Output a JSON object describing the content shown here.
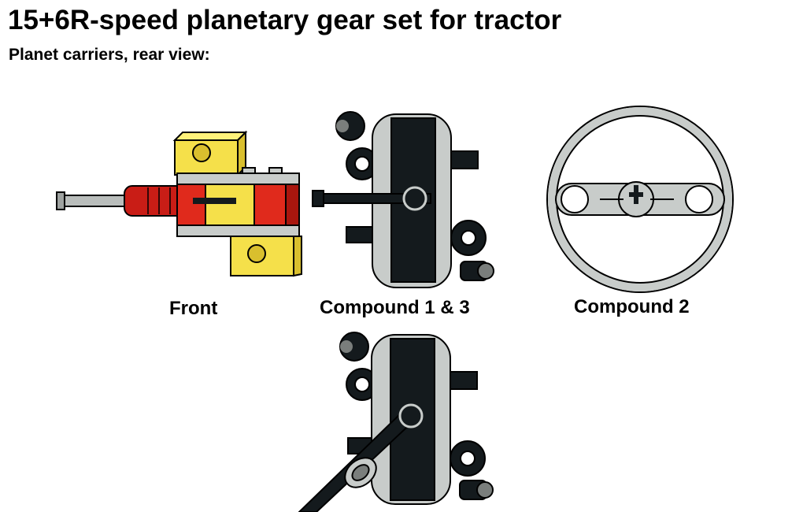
{
  "heading": {
    "title": "15+6R-speed planetary gear set for tractor",
    "subtitle": "Planet carriers, rear view:"
  },
  "labels": {
    "front": "Front",
    "compound_1_3": "Compound 1 & 3",
    "compound_2": "Compound 2"
  },
  "colors": {
    "yellow": "#f5e04a",
    "red": "#e02a1c",
    "dark_red": "#a8160e",
    "light_gray": "#c8ccca",
    "dark_gray": "#7a7e7c",
    "black_part": "#141a1d",
    "outline": "#000000"
  }
}
